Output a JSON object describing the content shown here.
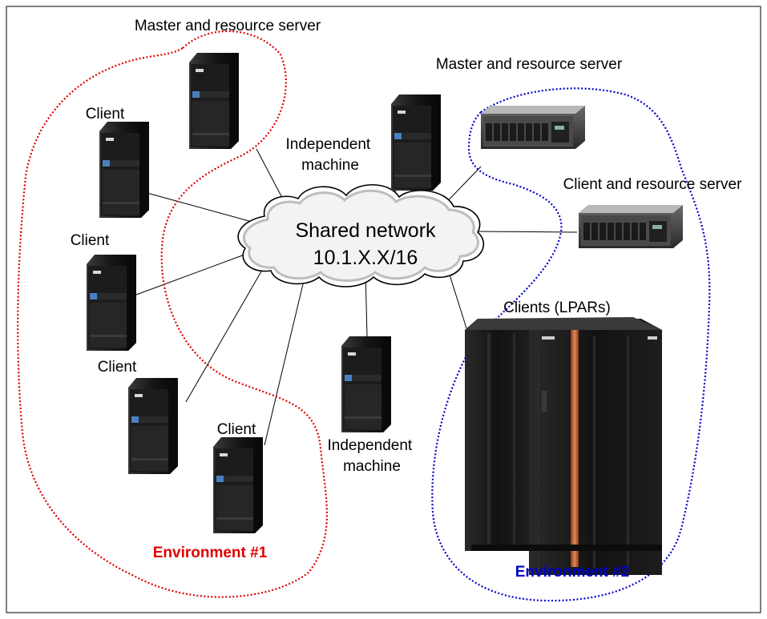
{
  "labels": {
    "master_left": "Master and resource server",
    "master_right": "Master and resource server",
    "client_resource": "Client and resource server",
    "independent_top": "Independent machine",
    "independent_bottom": "Independent machine",
    "client_1": "Client",
    "client_2": "Client",
    "client_3": "Client",
    "client_4": "Client",
    "clients_lpars": "Clients (LPARs)"
  },
  "cloud": {
    "line1": "Shared network",
    "line2": "10.1.X.X/16"
  },
  "environments": [
    {
      "label": "Environment #1",
      "color": "#e00000"
    },
    {
      "label": "Environment #2",
      "color": "#0000cc"
    }
  ],
  "colors": {
    "env1": "#e00000",
    "env2": "#0000cc",
    "server_body": "#141414",
    "mainframe_accent": "#c8663a"
  },
  "icons": [
    "tower-server-icon",
    "rack-server-icon",
    "mainframe-icon",
    "cloud-icon"
  ]
}
